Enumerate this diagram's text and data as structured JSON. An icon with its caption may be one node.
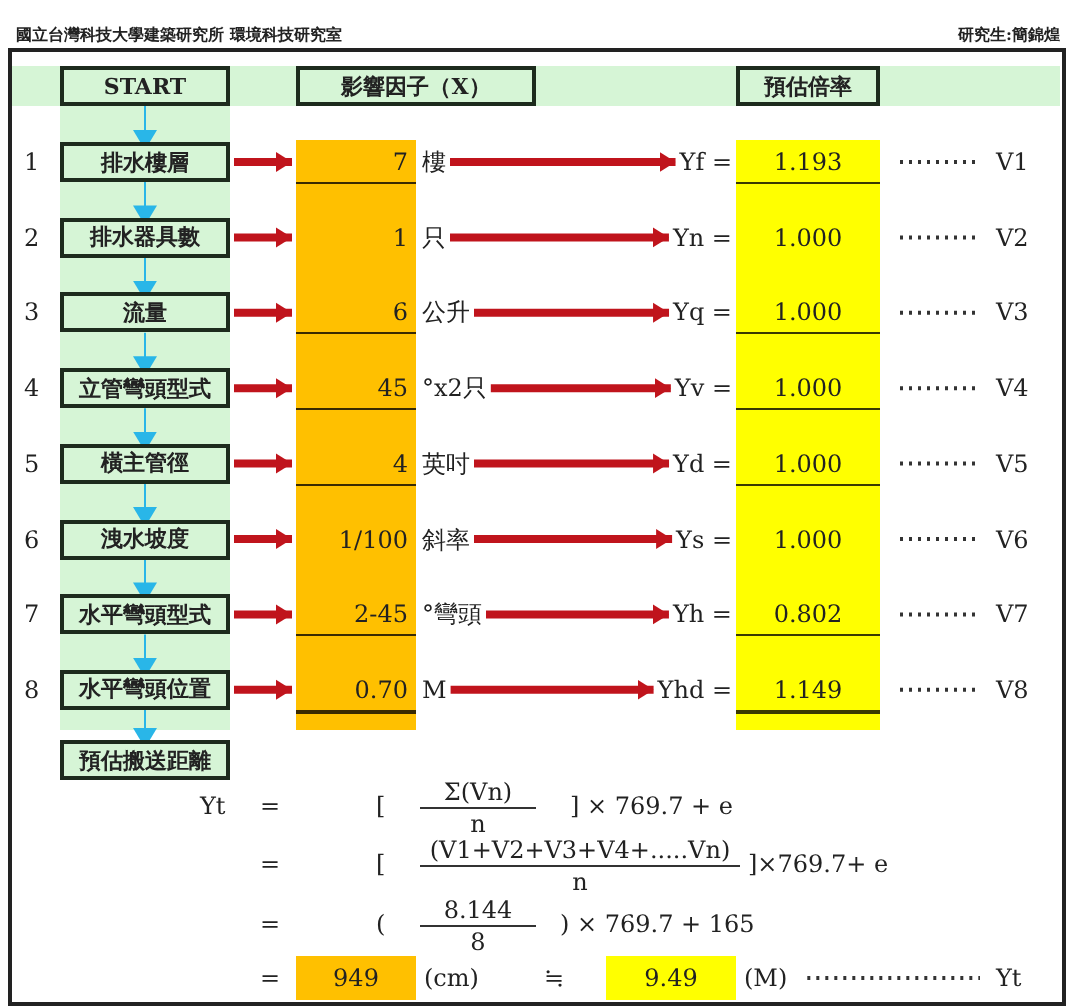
{
  "diagram": {
    "nodes": [
      {
        "text": [
          "START"
        ]
      },
      {
        "text": [
          "影響因子（X）"
        ]
      },
      {
        "text": [
          "預估倍率"
        ]
      },
      {
        "text": [
          "排水樓層"
        ]
      },
      {
        "text": [
          "7"
        ],
        "beside": [
          "樓"
        ]
      },
      {
        "text": [
          "1.193"
        ],
        "beside": [
          "Yf ="
        ]
      },
      {
        "text": [
          "V1"
        ]
      },
      {
        "text": [
          "排水器具數"
        ]
      },
      {
        "text": [
          "1"
        ],
        "beside": [
          "只"
        ]
      },
      {
        "text": [
          "1.000"
        ],
        "beside": [
          "Yn ="
        ]
      },
      {
        "text": [
          "V2"
        ]
      },
      {
        "text": [
          "流量"
        ]
      },
      {
        "text": [
          "6"
        ],
        "beside": [
          "公升"
        ]
      },
      {
        "text": [
          "1.000"
        ],
        "beside": [
          "Yq ="
        ]
      },
      {
        "text": [
          "V3"
        ]
      },
      {
        "text": [
          "立管彎頭型式"
        ]
      },
      {
        "text": [
          "45"
        ],
        "beside": [
          "°x2只"
        ]
      },
      {
        "text": [
          "1.000"
        ],
        "beside": [
          "Yv ="
        ]
      },
      {
        "text": [
          "V4"
        ]
      },
      {
        "text": [
          "橫主管徑"
        ]
      },
      {
        "text": [
          "4"
        ],
        "beside": [
          "英吋"
        ]
      },
      {
        "text": [
          "1.000"
        ],
        "beside": [
          "Yd ="
        ]
      },
      {
        "text": [
          "V5"
        ]
      },
      {
        "text": [
          "洩水坡度"
        ]
      },
      {
        "text": [
          "1/100"
        ],
        "beside": [
          "斜率"
        ]
      },
      {
        "text": [
          "1.000"
        ],
        "beside": [
          "Ys ="
        ]
      },
      {
        "text": [
          "V6"
        ]
      },
      {
        "text": [
          "水平彎頭型式"
        ]
      },
      {
        "text": [
          "2-45"
        ],
        "beside": [
          "°彎頭"
        ]
      },
      {
        "text": [
          "0.802"
        ],
        "beside": [
          "Yh ="
        ]
      },
      {
        "text": [
          "V7"
        ]
      },
      {
        "text": [
          "水平彎頭位置"
        ]
      },
      {
        "text": [
          "0.70"
        ],
        "beside": [
          "M"
        ]
      },
      {
        "text": [
          "1.149"
        ],
        "beside": [
          "Yhd ="
        ]
      },
      {
        "text": [
          "V8"
        ]
      },
      {
        "text": [
          "預估搬送距離"
        ]
      },
      {
        "text": [
          "949"
        ],
        "beside": [
          "(cm)"
        ]
      },
      {
        "text": [
          "9.49"
        ],
        "beside": [
          "(M)"
        ]
      },
      {
        "text": [
          "Yt"
        ]
      }
    ],
    "edges": [
      {
        "from": 0,
        "to": 3,
        "arrow": "to",
        "color": "#29b6e8"
      },
      {
        "from": 3,
        "to": 7,
        "arrow": "to",
        "color": "#29b6e8"
      },
      {
        "from": 7,
        "to": 11,
        "arrow": "to",
        "color": "#29b6e8"
      },
      {
        "from": 11,
        "to": 15,
        "arrow": "to",
        "color": "#29b6e8"
      },
      {
        "from": 15,
        "to": 19,
        "arrow": "to",
        "color": "#29b6e8"
      },
      {
        "from": 19,
        "to": 23,
        "arrow": "to",
        "color": "#29b6e8"
      },
      {
        "from": 23,
        "to": 27,
        "arrow": "to",
        "color": "#29b6e8"
      },
      {
        "from": 27,
        "to": 31,
        "arrow": "to",
        "color": "#29b6e8"
      },
      {
        "from": 31,
        "to": 35,
        "arrow": "to",
        "color": "#29b6e8"
      },
      {
        "from": 3,
        "to": 4,
        "arrow": "to",
        "style": "thick",
        "color": "#c0141c"
      },
      {
        "from": 4,
        "to": 5,
        "arrow": "to",
        "style": "thick",
        "color": "#c0141c"
      },
      {
        "from": 5,
        "to": 6,
        "arrow": "none",
        "style": "dashed",
        "color": "#333333"
      },
      {
        "from": 7,
        "to": 8,
        "arrow": "to",
        "style": "thick",
        "color": "#c0141c"
      },
      {
        "from": 8,
        "to": 9,
        "arrow": "to",
        "style": "thick",
        "color": "#c0141c"
      },
      {
        "from": 9,
        "to": 10,
        "arrow": "none",
        "style": "dashed",
        "color": "#333333"
      },
      {
        "from": 11,
        "to": 12,
        "arrow": "to",
        "style": "thick",
        "color": "#c0141c"
      },
      {
        "from": 12,
        "to": 13,
        "arrow": "to",
        "style": "thick",
        "color": "#c0141c"
      },
      {
        "from": 13,
        "to": 14,
        "arrow": "none",
        "style": "dashed",
        "color": "#333333"
      },
      {
        "from": 15,
        "to": 16,
        "arrow": "to",
        "style": "thick",
        "color": "#c0141c"
      },
      {
        "from": 16,
        "to": 17,
        "arrow": "to",
        "style": "thick",
        "color": "#c0141c"
      },
      {
        "from": 17,
        "to": 18,
        "arrow": "none",
        "style": "dashed",
        "color": "#333333"
      },
      {
        "from": 19,
        "to": 20,
        "arrow": "to",
        "style": "thick",
        "color": "#c0141c"
      },
      {
        "from": 20,
        "to": 21,
        "arrow": "to",
        "style": "thick",
        "color": "#c0141c"
      },
      {
        "from": 21,
        "to": 22,
        "arrow": "none",
        "style": "dashed",
        "color": "#333333"
      },
      {
        "from": 23,
        "to": 24,
        "arrow": "to",
        "style": "thick",
        "color": "#c0141c"
      },
      {
        "from": 24,
        "to": 25,
        "arrow": "to",
        "style": "thick",
        "color": "#c0141c"
      },
      {
        "from": 25,
        "to": 26,
        "arrow": "none",
        "style": "dashed",
        "color": "#333333"
      },
      {
        "from": 27,
        "to": 28,
        "arrow": "to",
        "style": "thick",
        "color": "#c0141c"
      },
      {
        "from": 28,
        "to": 29,
        "arrow": "to",
        "style": "thick",
        "color": "#c0141c"
      },
      {
        "from": 29,
        "to": 30,
        "arrow": "none",
        "style": "dashed",
        "color": "#333333"
      },
      {
        "from": 31,
        "to": 32,
        "arrow": "to",
        "style": "thick",
        "color": "#c0141c"
      },
      {
        "from": 32,
        "to": 33,
        "arrow": "to",
        "style": "thick",
        "color": "#c0141c"
      },
      {
        "from": 33,
        "to": 34,
        "arrow": "none",
        "style": "dashed",
        "color": "#333333"
      },
      {
        "from": 37,
        "to": 38,
        "arrow": "none",
        "style": "dashed",
        "color": "#333333"
      }
    ],
    "labels": [
      "國立台灣科技大學建築研究所 環境科技研究室",
      "研究生:簡錦煌",
      "1",
      "2",
      "3",
      "4",
      "5",
      "6",
      "7",
      "8",
      "Yt",
      "=",
      "[",
      "Σ(Vn)",
      "n",
      "] × 769.7 + e",
      "=",
      "[",
      "(V1+V2+V3+V4+.....Vn)",
      "n",
      "]×769.7+ e",
      "=",
      "(",
      "8.144",
      "8",
      ") × 769.7 + 165",
      "=",
      "≒"
    ]
  }
}
